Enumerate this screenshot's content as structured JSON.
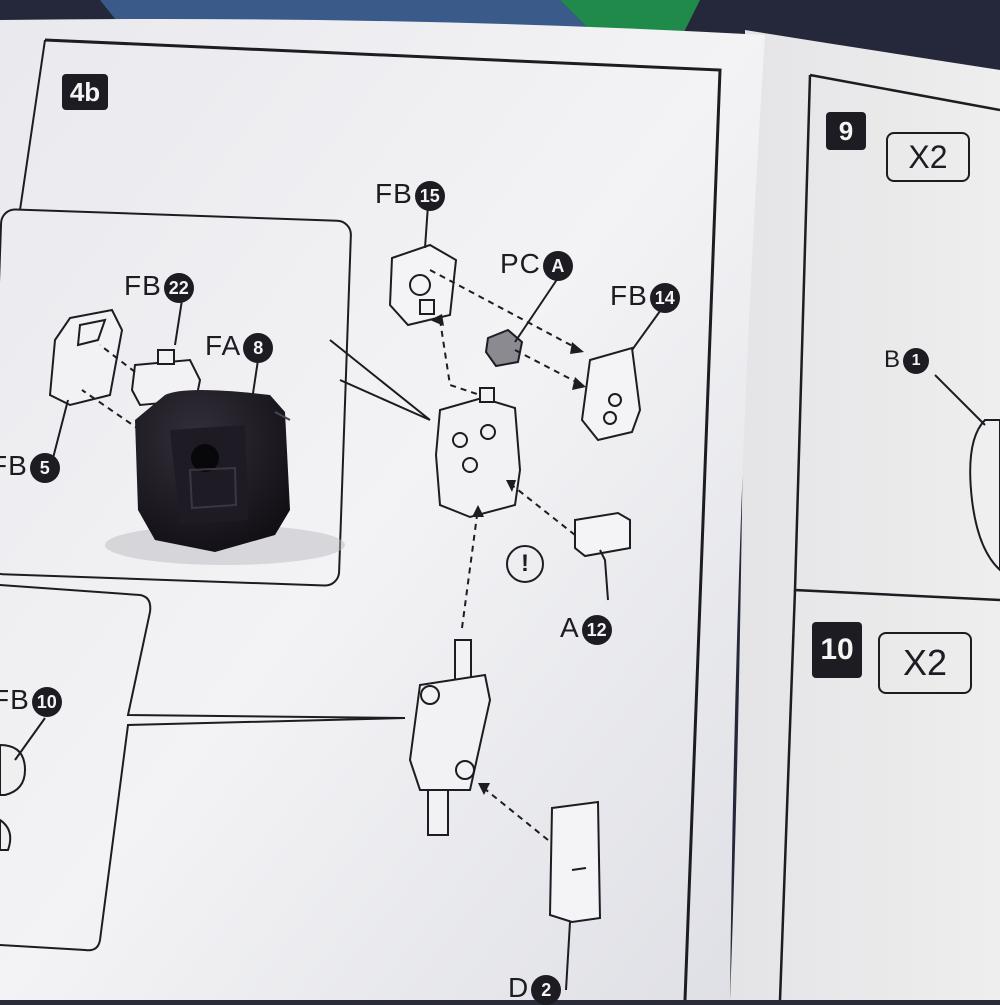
{
  "steps": {
    "step_a": "4b",
    "step_b": "9",
    "step_b_mult": "X2",
    "step_c": "10",
    "step_c_mult": "X2"
  },
  "labels": {
    "fb15": {
      "prefix": "FB",
      "num": "15"
    },
    "pca": {
      "prefix": "PC",
      "num": "A"
    },
    "fb14": {
      "prefix": "FB",
      "num": "14"
    },
    "fb22": {
      "prefix": "FB",
      "num": "22"
    },
    "fa8": {
      "prefix": "FA",
      "num": "8"
    },
    "fb5": {
      "prefix": "FB",
      "num": "5"
    },
    "a12": {
      "prefix": "A",
      "num": "12"
    },
    "fb10": {
      "prefix": "FB",
      "num": "10"
    },
    "b1": {
      "prefix": "B",
      "num": "1"
    },
    "d": {
      "prefix": "D",
      "num": "2"
    }
  },
  "warning_symbol": "!",
  "colors": {
    "paper": "#f1f1f3",
    "ink": "#1c1c22",
    "part_black": "#17151c",
    "background": "#2a2c3a"
  }
}
